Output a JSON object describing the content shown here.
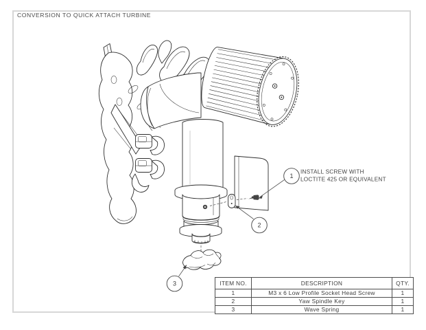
{
  "page": {
    "title": "CONVERSION TO QUICK ATTACH TURBINE"
  },
  "note": {
    "line1": "INSTALL SCREW WITH",
    "line2": "LOCTITE 425 OR EQUIVALENT"
  },
  "balloons": [
    {
      "number": "1"
    },
    {
      "number": "2"
    },
    {
      "number": "3"
    }
  ],
  "parts_table": {
    "headers": {
      "item_no": "ITEM NO.",
      "description": "DESCRIPTION",
      "qty": "QTY."
    },
    "rows": [
      {
        "item_no": "1",
        "description": "M3 x 6 Low Profile Socket Head Screw",
        "qty": "1"
      },
      {
        "item_no": "2",
        "description": "Yaw Spindle Key",
        "qty": "1"
      },
      {
        "item_no": "3",
        "description": "Wave Spring",
        "qty": "1"
      }
    ]
  },
  "colors": {
    "line": "#2e2e2e",
    "frame_border": "#d7d7d7",
    "text": "#4b4b4b",
    "leader": "#5a5a5a"
  }
}
